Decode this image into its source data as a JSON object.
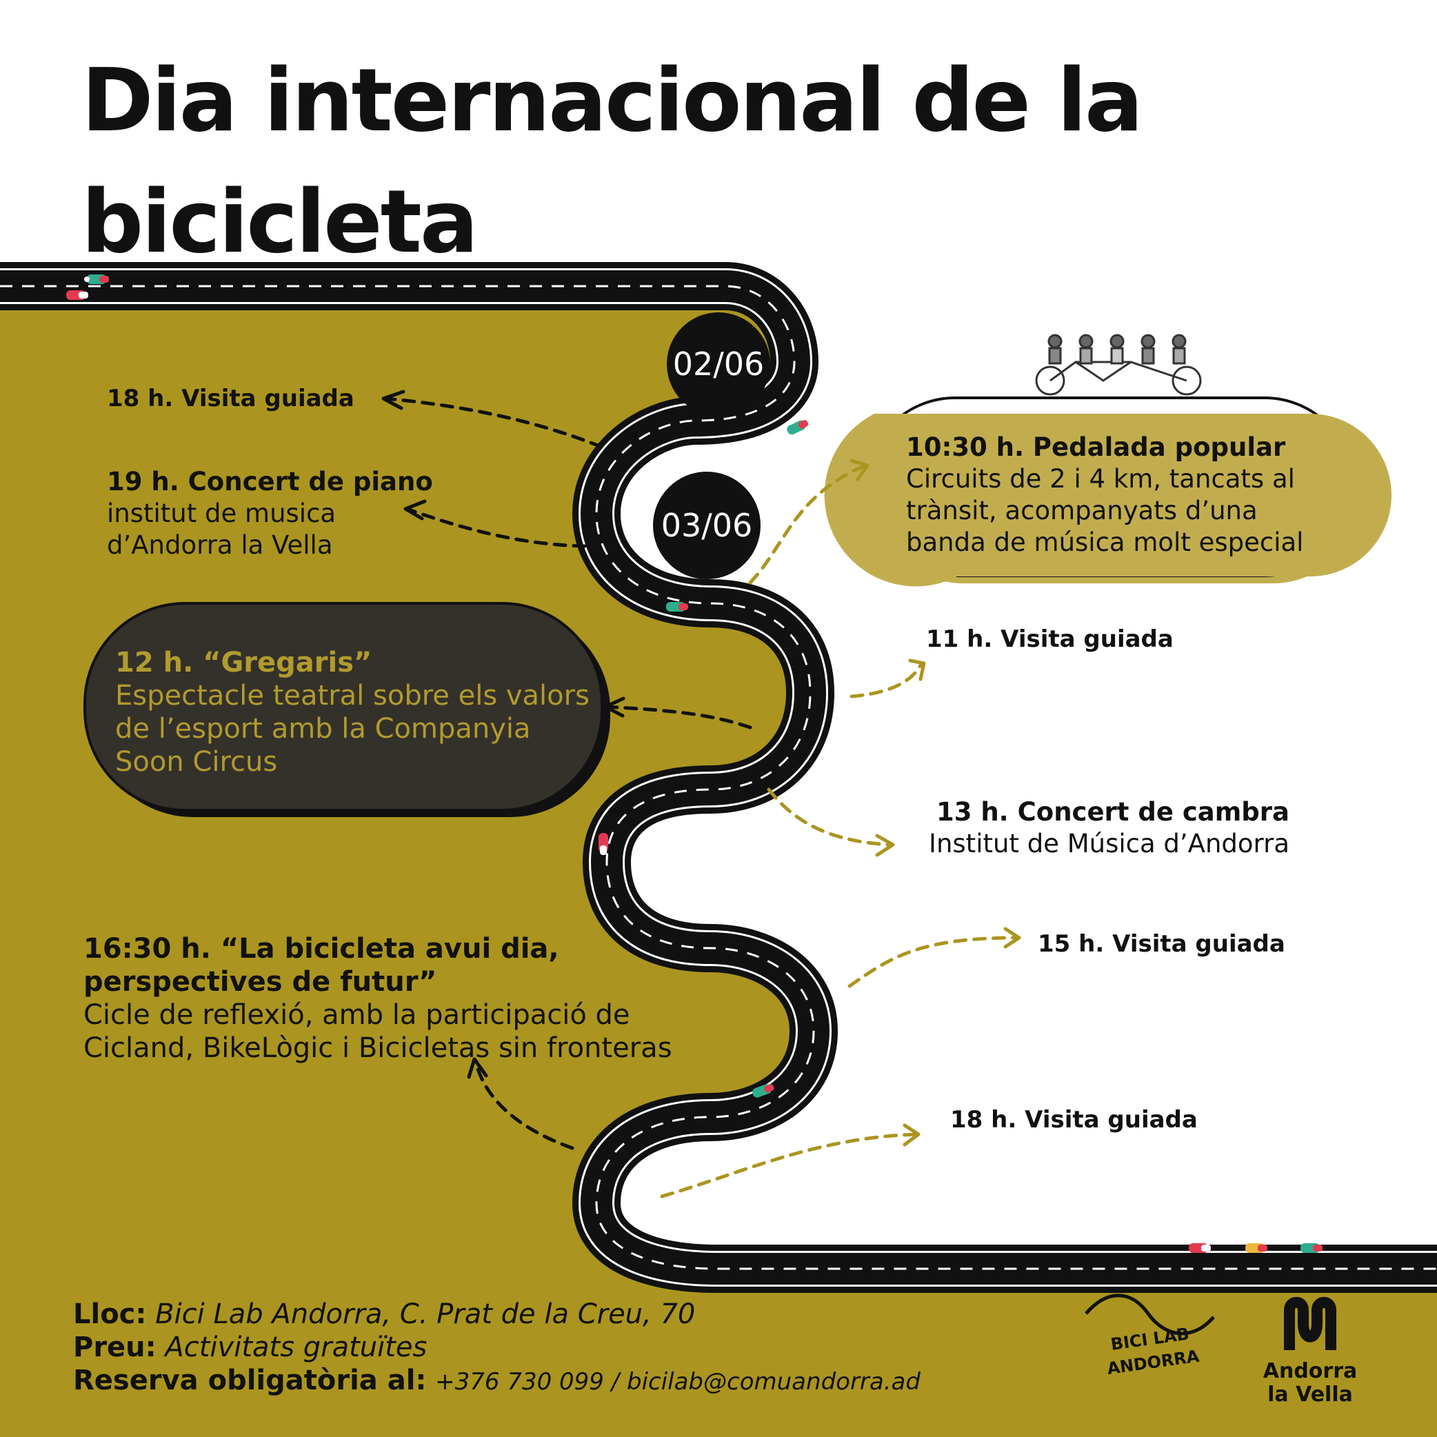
{
  "title": "Dia internacional de la bicicleta",
  "colors": {
    "gold": "#ab9520",
    "gold_light": "#c2ad4e",
    "road": "#111111",
    "dark_box": "#34312b",
    "gold_text": "#b19b2e",
    "text_dark": "#111111"
  },
  "dates": {
    "first": "02/06",
    "second": "03/06"
  },
  "day1": [
    {
      "heading": "18 h. Visita guiada",
      "desc": ""
    },
    {
      "heading": "19 h. Concert de piano",
      "desc1": "institut de musica",
      "desc2": "d’Andorra la Vella"
    }
  ],
  "day2": {
    "pedalada": {
      "heading": "10:30 h. Pedalada popular",
      "line1": "Circuits de 2 i 4 km, tancats al",
      "line2": "trànsit, acompanyats d’una",
      "line3": "banda de música molt especial"
    },
    "visita11": "11 h. Visita guiada",
    "gregaris": {
      "heading": "12 h. “Gregaris”",
      "line1": "Espectacle teatral sobre els valors",
      "line2": "de l’esport amb la Companyia",
      "line3": "Soon Circus"
    },
    "cambra": {
      "heading": "13 h. Concert de cambra",
      "line1": "Institut de Música d’Andorra"
    },
    "visita15": "15 h. Visita guiada",
    "cicle": {
      "heading1": "16:30 h.  “La bicicleta avui dia,",
      "heading2": "perspectives de futur”",
      "line1": "Cicle de reflexió, amb la participació de",
      "line2": "Cicland, BikeLògic i Bicicletas sin fronteras"
    },
    "visita18": "18 h. Visita guiada"
  },
  "info": {
    "place_label": "Lloc:",
    "place_value": "Bici Lab Andorra, C. Prat de la Creu, 70",
    "price_label": "Preu:",
    "price_value": "Activitats gratuïtes",
    "booking_label": "Reserva obligatòria al:",
    "booking_value": "+376 730 099 / bicilab@comuandorra.ad"
  },
  "logos": {
    "bicilab": "BICI LAB ANDORRA",
    "andorra_line1": "Andorra",
    "andorra_line2": "la Vella"
  },
  "icons": [
    "tandem-bike-icon",
    "cyclist-icon",
    "arrow-icon",
    "andorra-logo-icon"
  ]
}
